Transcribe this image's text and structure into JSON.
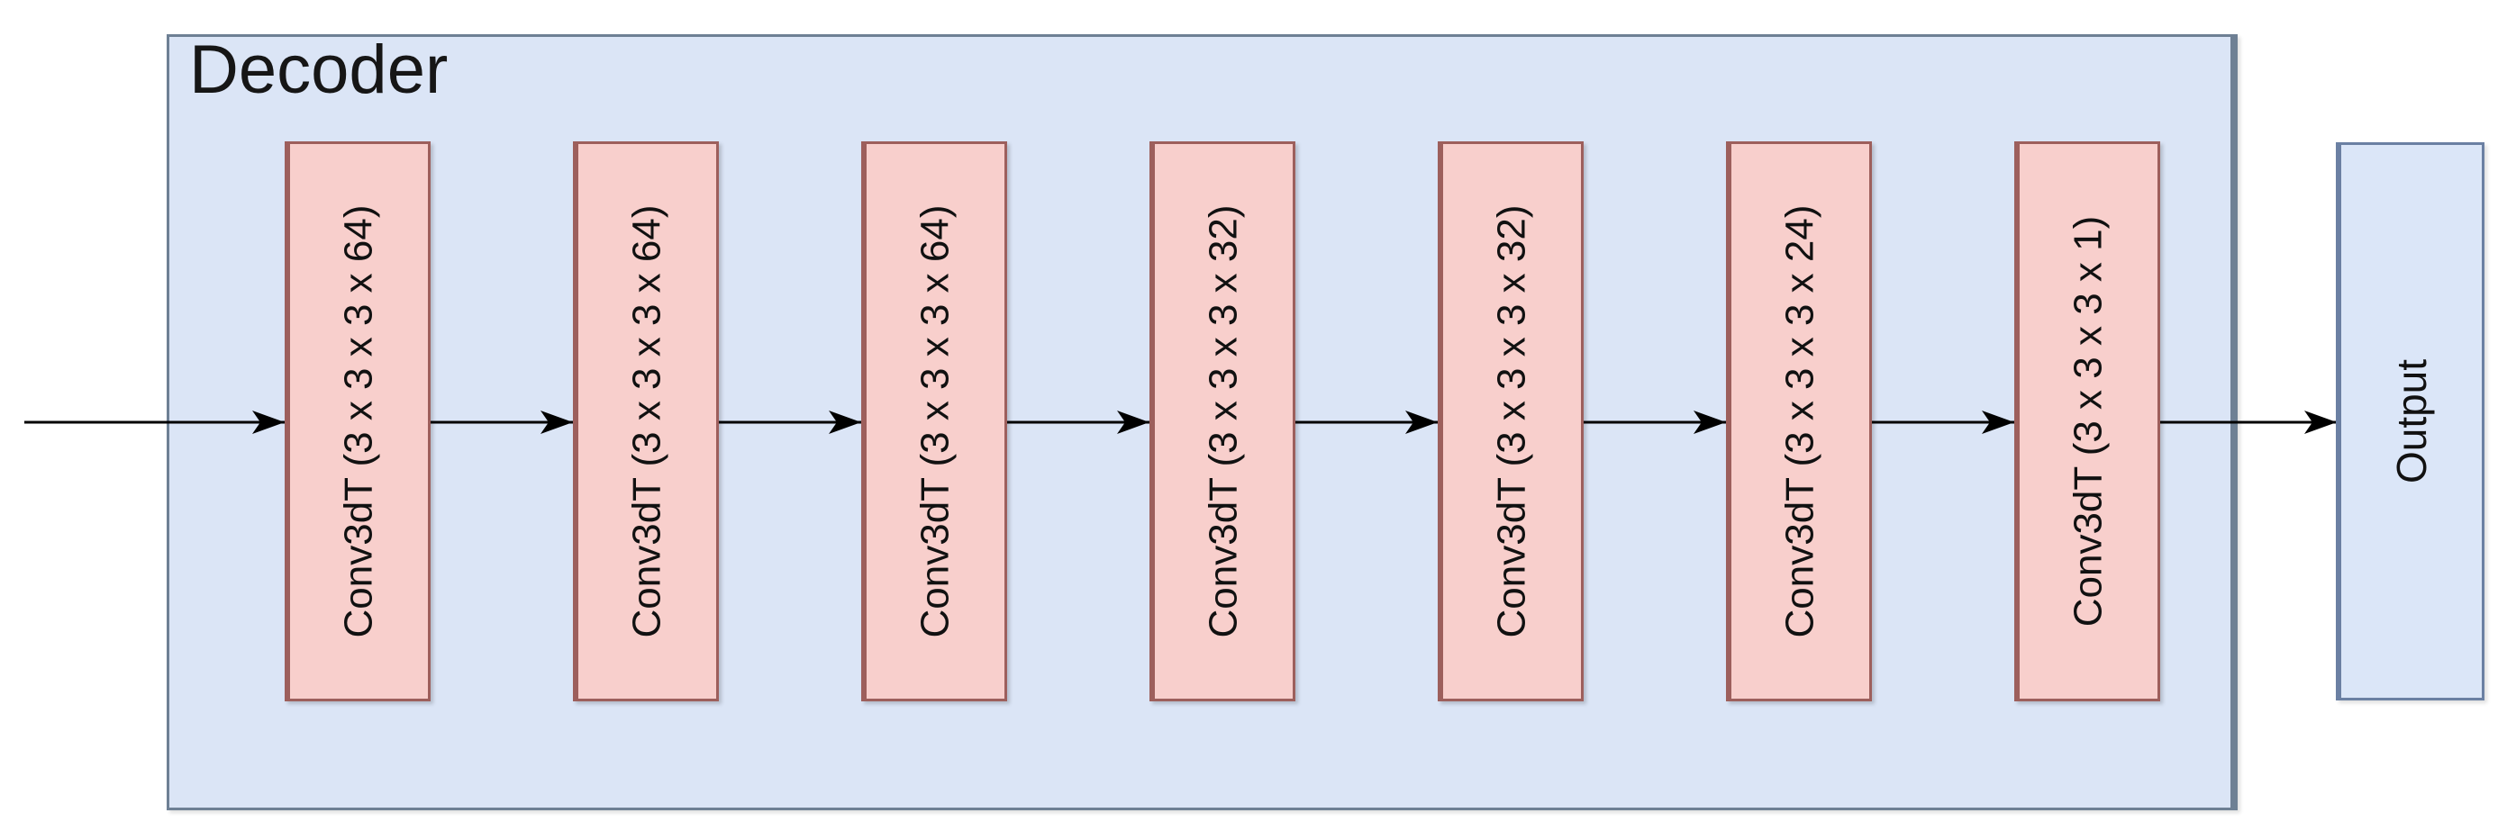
{
  "diagram_type": "neural-network-decoder-block-diagram",
  "decoder": {
    "title": "Decoder",
    "layers": [
      {
        "label": "Conv3dT (3 x 3 x 3 x 64)"
      },
      {
        "label": "Conv3dT (3 x 3 x 3 x 64)"
      },
      {
        "label": "Conv3dT (3 x 3 x 3 x 64)"
      },
      {
        "label": "Conv3dT (3 x 3 x 3 x 32)"
      },
      {
        "label": "Conv3dT (3 x 3 x 3 x 32)"
      },
      {
        "label": "Conv3dT (3 x 3 x 3 x 24)"
      },
      {
        "label": "Conv3dT (3 x 3 x 3 x 1)"
      }
    ]
  },
  "output": {
    "label": "Output"
  },
  "colors": {
    "decoder_fill": "#dbe5f6",
    "decoder_border": "#6e8094",
    "layer_fill": "#f8cfcc",
    "layer_border": "#9d5f5c",
    "output_fill": "#dbe6f8",
    "output_border": "#6b80a3",
    "arrow": "#000000",
    "text": "#111111",
    "background": "#ffffff"
  }
}
